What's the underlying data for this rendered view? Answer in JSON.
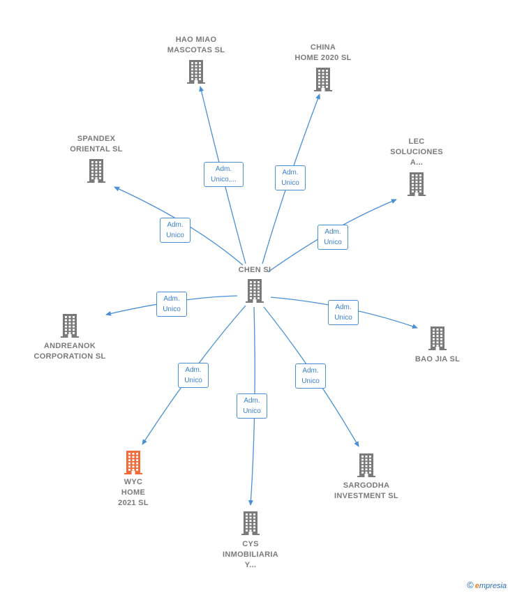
{
  "diagram": {
    "center": {
      "label": "CHEN SI",
      "icon": "building-icon",
      "color": "#7a7a7a"
    },
    "nodes": [
      {
        "id": "hao-miao",
        "label": "HAO MIAO\nMASCOTAS SL",
        "icon": "building-icon",
        "color": "#7a7a7a"
      },
      {
        "id": "china-home",
        "label": "CHINA\nHOME 2020  SL",
        "icon": "building-icon",
        "color": "#7a7a7a"
      },
      {
        "id": "spandex",
        "label": "SPANDEX\nORIENTAL  SL",
        "icon": "building-icon",
        "color": "#7a7a7a"
      },
      {
        "id": "lec",
        "label": "LEC\nSOLUCIONES\nA...",
        "icon": "building-icon",
        "color": "#7a7a7a"
      },
      {
        "id": "andreanok",
        "label": "ANDREANOK\nCORPORATION SL",
        "icon": "building-icon",
        "color": "#7a7a7a"
      },
      {
        "id": "bao-jia",
        "label": "BAO JIA SL",
        "icon": "building-icon",
        "color": "#7a7a7a"
      },
      {
        "id": "wyc",
        "label": "WYC\nHOME\n2021  SL",
        "icon": "building-icon",
        "color": "#f26b3a"
      },
      {
        "id": "sargodha",
        "label": "SARGODHA\nINVESTMENT SL",
        "icon": "building-icon",
        "color": "#7a7a7a"
      },
      {
        "id": "cys",
        "label": "CYS\nINMOBILIARIA\nY...",
        "icon": "building-icon",
        "color": "#7a7a7a"
      }
    ],
    "edges": [
      {
        "target": "hao-miao",
        "label": "Adm.\nUnico,..."
      },
      {
        "target": "china-home",
        "label": "Adm.\nUnico"
      },
      {
        "target": "spandex",
        "label": "Adm.\nUnico"
      },
      {
        "target": "lec",
        "label": "Adm.\nUnico"
      },
      {
        "target": "andreanok",
        "label": "Adm.\nUnico"
      },
      {
        "target": "bao-jia",
        "label": "Adm.\nUnico"
      },
      {
        "target": "wyc",
        "label": "Adm.\nUnico"
      },
      {
        "target": "sargodha",
        "label": "Adm.\nUnico"
      },
      {
        "target": "cys",
        "label": "Adm.\nUnico"
      }
    ],
    "edge_color": "#4a8fd6"
  },
  "brand": {
    "copyright": "©",
    "initial": "e",
    "rest": "mpresia"
  }
}
